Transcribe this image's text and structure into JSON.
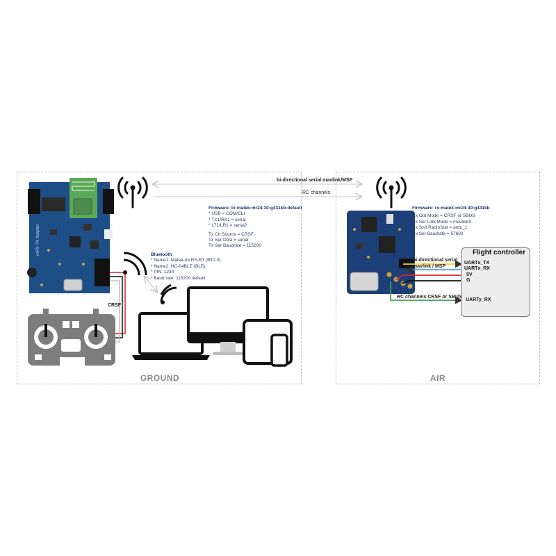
{
  "links": {
    "top": "bi-directional serial mavlink/MSP",
    "rc": "RC channels"
  },
  "ground": {
    "label": "GROUND",
    "crsf_label": "CRSF",
    "board_silk": "mRX-TX Adapter",
    "firmware": {
      "title": "Firmware: tx-matek-mr24-30-g431kb-default",
      "lines": [
        "* USB = COM/CLI",
        "* TX1/RX1 = serial",
        "* LT1/LR1 = serial2",
        "",
        "Tx Ch Source = CRSF",
        "Tx Ser Dest = serial",
        "Tx Ser Baudrate = 115200"
      ]
    },
    "bluetooth": {
      "title": "Bluetooth",
      "lines": [
        "* Name1: Matek-mLRS-BT (BT2.0)",
        "* Name2: HC-04BLE (BLE)",
        "* PIN: 1234",
        "* Baud rate: 115200 default"
      ]
    }
  },
  "air": {
    "label": "AIR",
    "firmware": {
      "title": "Firmware: rx-matek-mr24-30-g431kb",
      "lines": [
        "Rx Out Mode = CRSF or SBUS",
        "Rx Ser Link Mode = mavlinkX",
        "Rx Snd RadioStat = ardu_1",
        "Rx Ser Baudrate = 57600"
      ]
    },
    "wire_labels": {
      "serial": "bi-directional serial",
      "mavlink": "mavlink / MSP",
      "rc": "RC channels CRSF or SBUS"
    },
    "flight_controller": {
      "title": "Flight controller",
      "pins": [
        "UARTx_TX",
        "UARTx_RX",
        "5V",
        "G",
        "UARTy_RX"
      ]
    }
  },
  "colors": {
    "board_blue": "#1d4f86",
    "wire_yellow": "#f2d21b",
    "wire_blue": "#4aa3df",
    "wire_red": "#e02020",
    "wire_black": "#111111",
    "wire_green": "#3aa54a"
  }
}
